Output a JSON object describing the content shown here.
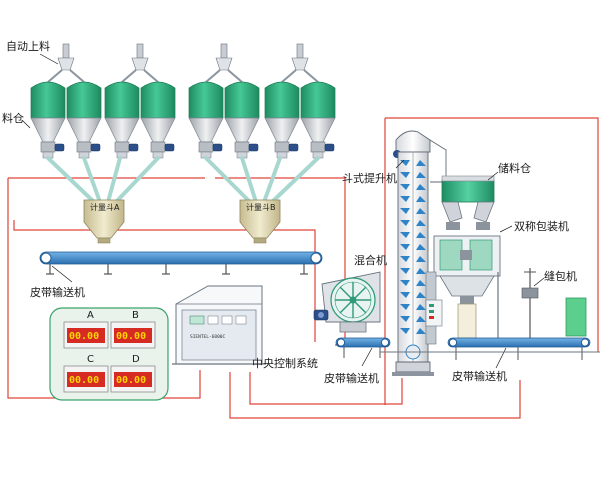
{
  "labels": {
    "auto_feed": "自动上料",
    "silo": "料仓",
    "scale_a": "计量斗A",
    "scale_b": "计量斗B",
    "bucket_elevator": "斗式提升机",
    "storage_bin": "储料仓",
    "mixer": "混合机",
    "dual_packer": "双称包装机",
    "sewing_machine": "缝包机",
    "belt_conveyor_left": "皮带输送机",
    "belt_conveyor_mid": "皮带输送机",
    "belt_conveyor_right": "皮带输送机",
    "control_system": "中央控制系统",
    "controller_tag": "SIENTEL-6000C"
  },
  "displays": [
    {
      "letter": "A",
      "value": "00.00"
    },
    {
      "letter": "B",
      "value": "00.00"
    },
    {
      "letter": "C",
      "value": "00.00"
    },
    {
      "letter": "D",
      "value": "00.00"
    }
  ],
  "colors": {
    "silo_green": "#2fb07e",
    "silo_grey": "#c9cbd0",
    "belt_blue": "#3d86c8",
    "wire_red": "#e0433a",
    "display_red": "#d62b22",
    "hopper_tan": "#d8cfa8",
    "pipe_teal": "#a8d7d0"
  }
}
